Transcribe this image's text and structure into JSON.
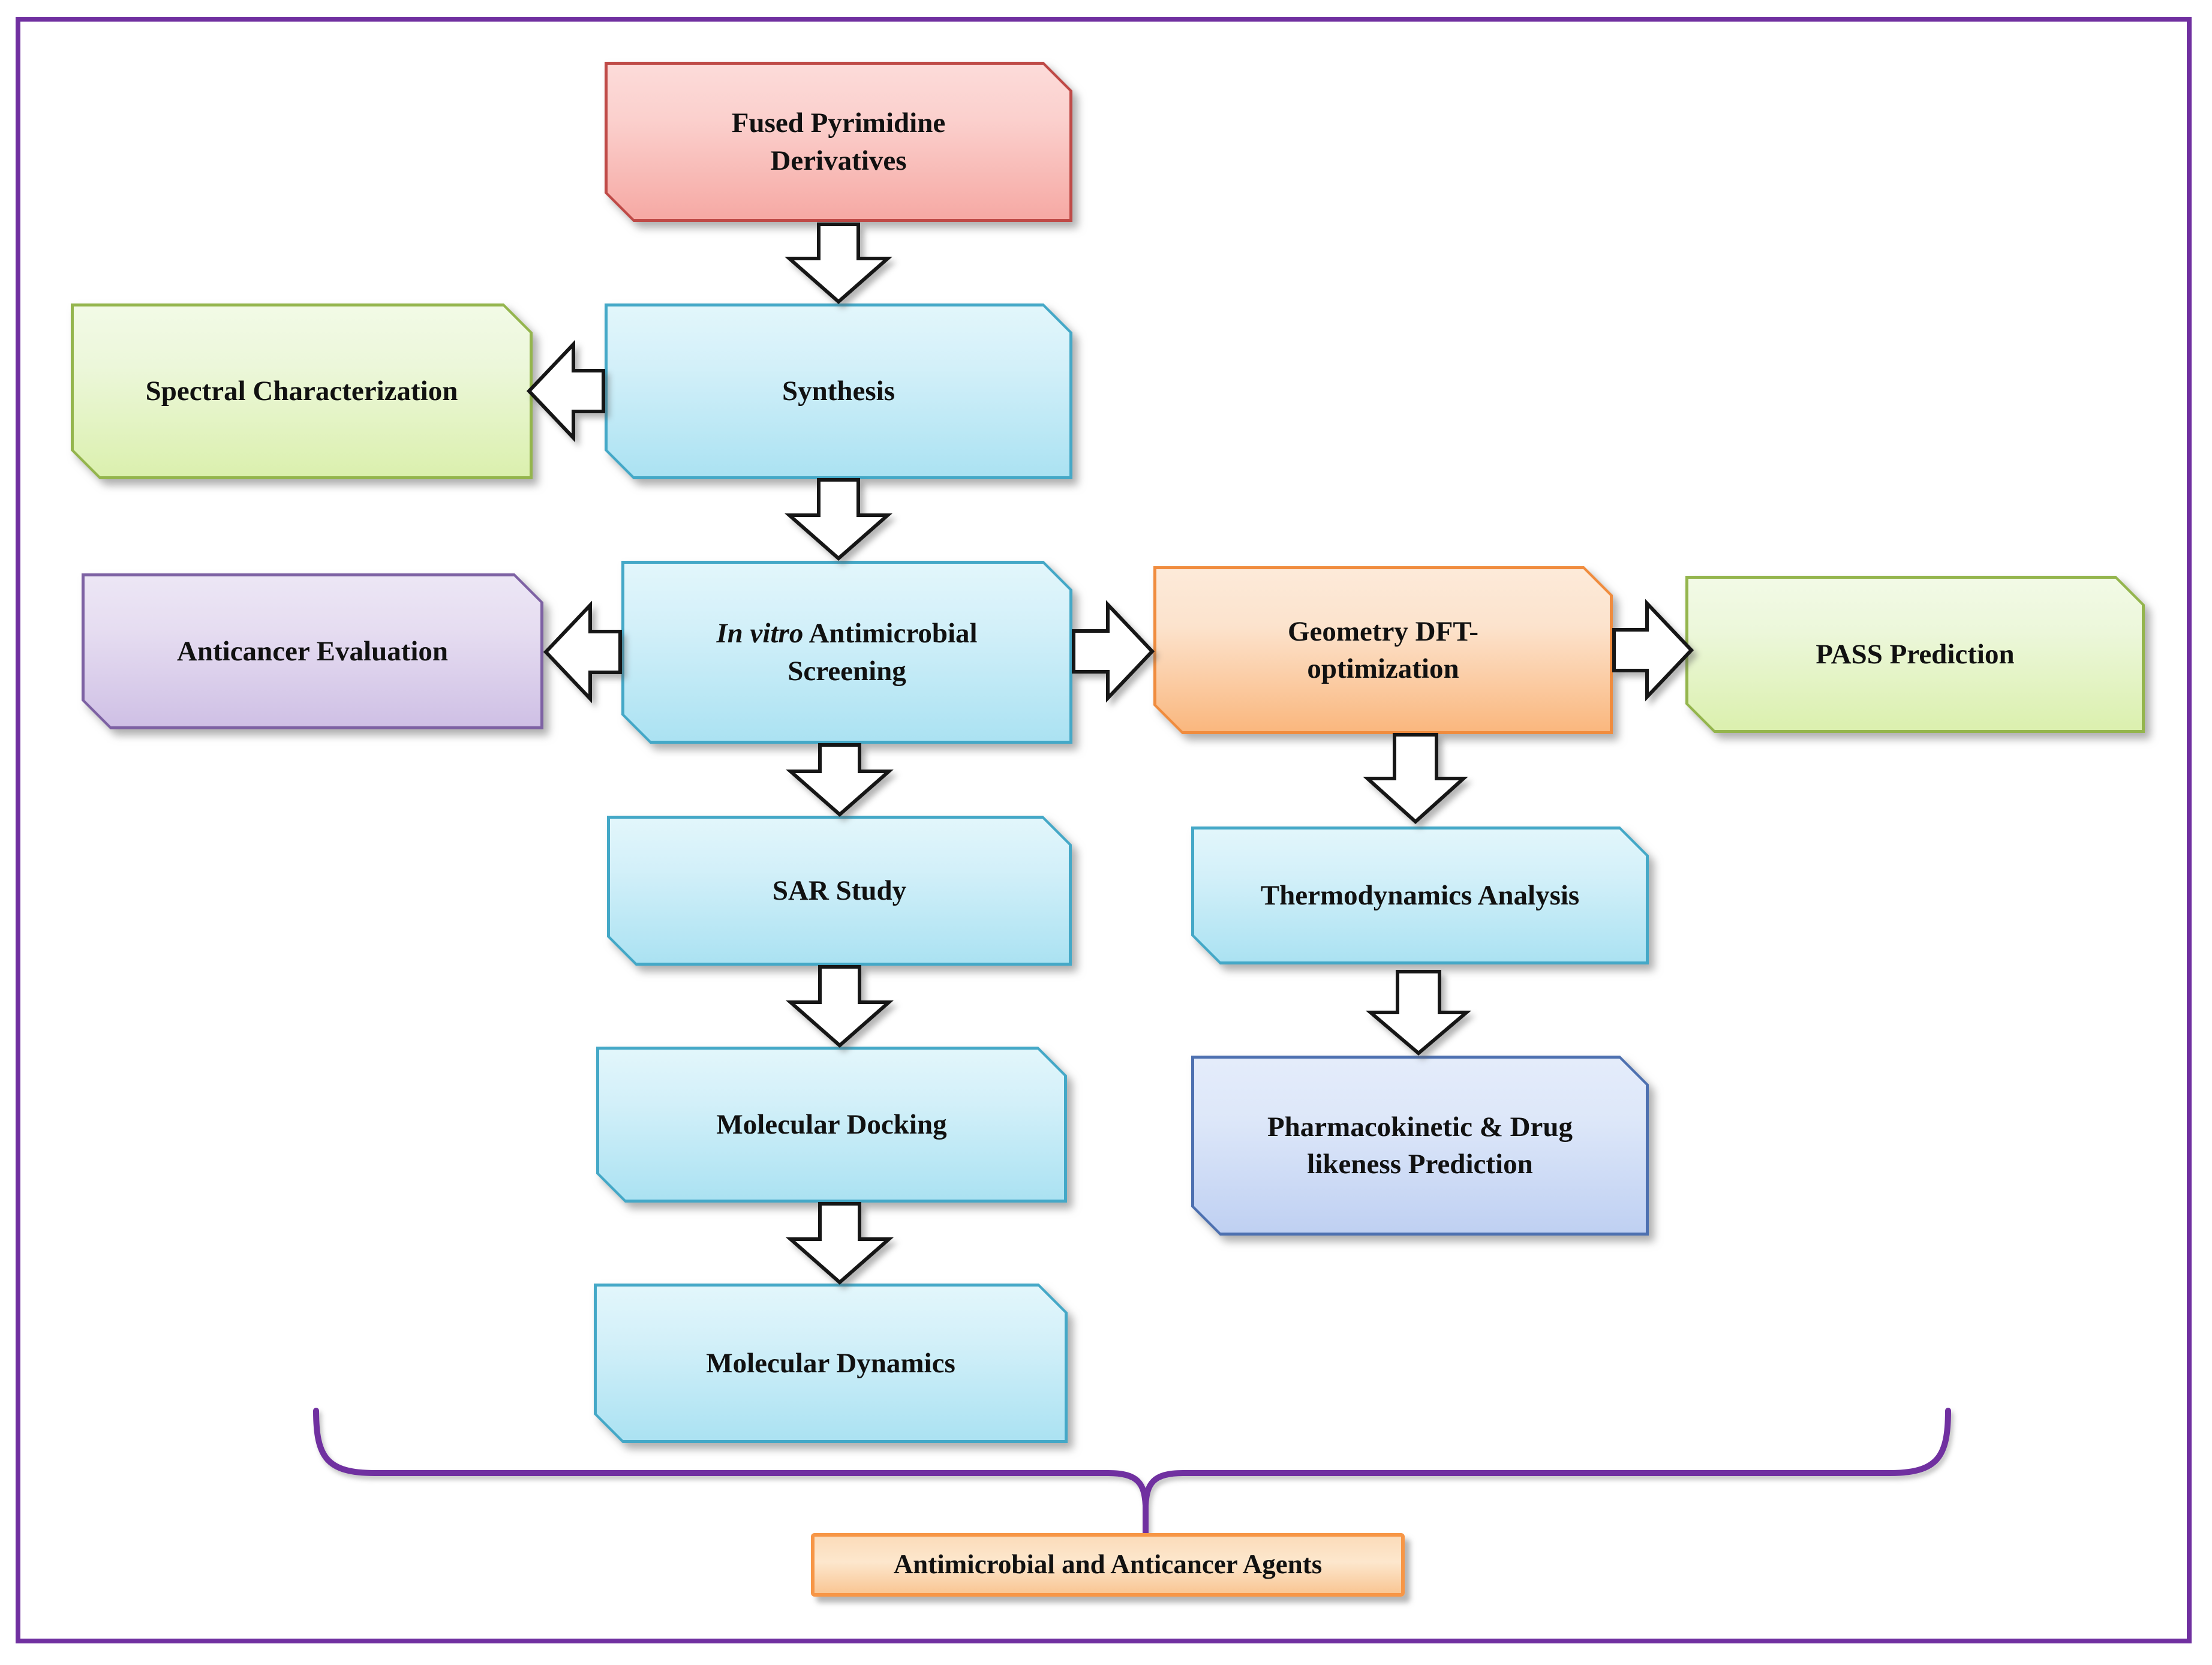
{
  "diagram": {
    "description": "Flowchart of fused pyrimidine derivatives study workflow",
    "nodes": {
      "fused": {
        "label": "Fused Pyrimidine\nDerivatives",
        "color": "red"
      },
      "spectral": {
        "label": "Spectral Characterization",
        "color": "green"
      },
      "synthesis": {
        "label": "Synthesis",
        "color": "cyan"
      },
      "anticancer": {
        "label": "Anticancer Evaluation",
        "color": "purple"
      },
      "screening": {
        "label_italic": "In vitro",
        "label_rest": " Antimicrobial\nScreening",
        "color": "cyan"
      },
      "geometry": {
        "label": "Geometry DFT-\noptimization",
        "color": "orange"
      },
      "pass": {
        "label": "PASS Prediction",
        "color": "green"
      },
      "sar": {
        "label": "SAR Study",
        "color": "cyan"
      },
      "thermo": {
        "label": "Thermodynamics Analysis",
        "color": "cyan"
      },
      "pharma": {
        "label": "Pharmacokinetic & Drug\nlikeness Prediction",
        "color": "blue"
      },
      "docking": {
        "label": "Molecular Docking",
        "color": "cyan"
      },
      "dynamics": {
        "label": "Molecular Dynamics",
        "color": "cyan"
      },
      "result": {
        "label": "Antimicrobial and Anticancer Agents",
        "color": "orange-bar"
      }
    },
    "edges": [
      "fused -> synthesis (down arrow)",
      "synthesis -> spectral (left arrow)",
      "synthesis -> screening (down arrow)",
      "screening -> anticancer (left arrow)",
      "screening -> geometry (right arrow)",
      "geometry -> pass (right arrow)",
      "screening -> sar (down arrow)",
      "geometry -> thermo (down arrow)",
      "sar -> docking (down arrow)",
      "thermo -> pharma (down arrow)",
      "docking -> dynamics (down arrow)",
      "all columns -> result (curly brace)"
    ],
    "colors": {
      "frame_border": "#7030a0",
      "brace": "#7030a0",
      "arrow_fill": "#ffffff",
      "arrow_stroke": "#161616",
      "text": "#111111",
      "red_fill_top": "#fcdbd9",
      "red_fill_bottom": "#f6a9a4",
      "red_border": "#bf4a47",
      "cyan_fill_top": "#e2f6fb",
      "cyan_fill_bottom": "#abe2f2",
      "cyan_border": "#44a8c7",
      "green_fill_top": "#f2fae6",
      "green_fill_bottom": "#dbf0ae",
      "green_border": "#94b54d",
      "purple_fill_top": "#ece6f5",
      "purple_fill_bottom": "#cfc0e5",
      "purple_border": "#7d61a3",
      "orange_fill_top": "#fdead9",
      "orange_fill_bottom": "#fab77e",
      "orange_border": "#f08c3e",
      "blue_fill_top": "#e4ecfa",
      "blue_fill_bottom": "#bfd0f2",
      "blue_border": "#4d70b0",
      "result_fill_top": "#fbdcba",
      "result_fill_bottom": "#f9c694",
      "result_border": "#f79646"
    }
  }
}
